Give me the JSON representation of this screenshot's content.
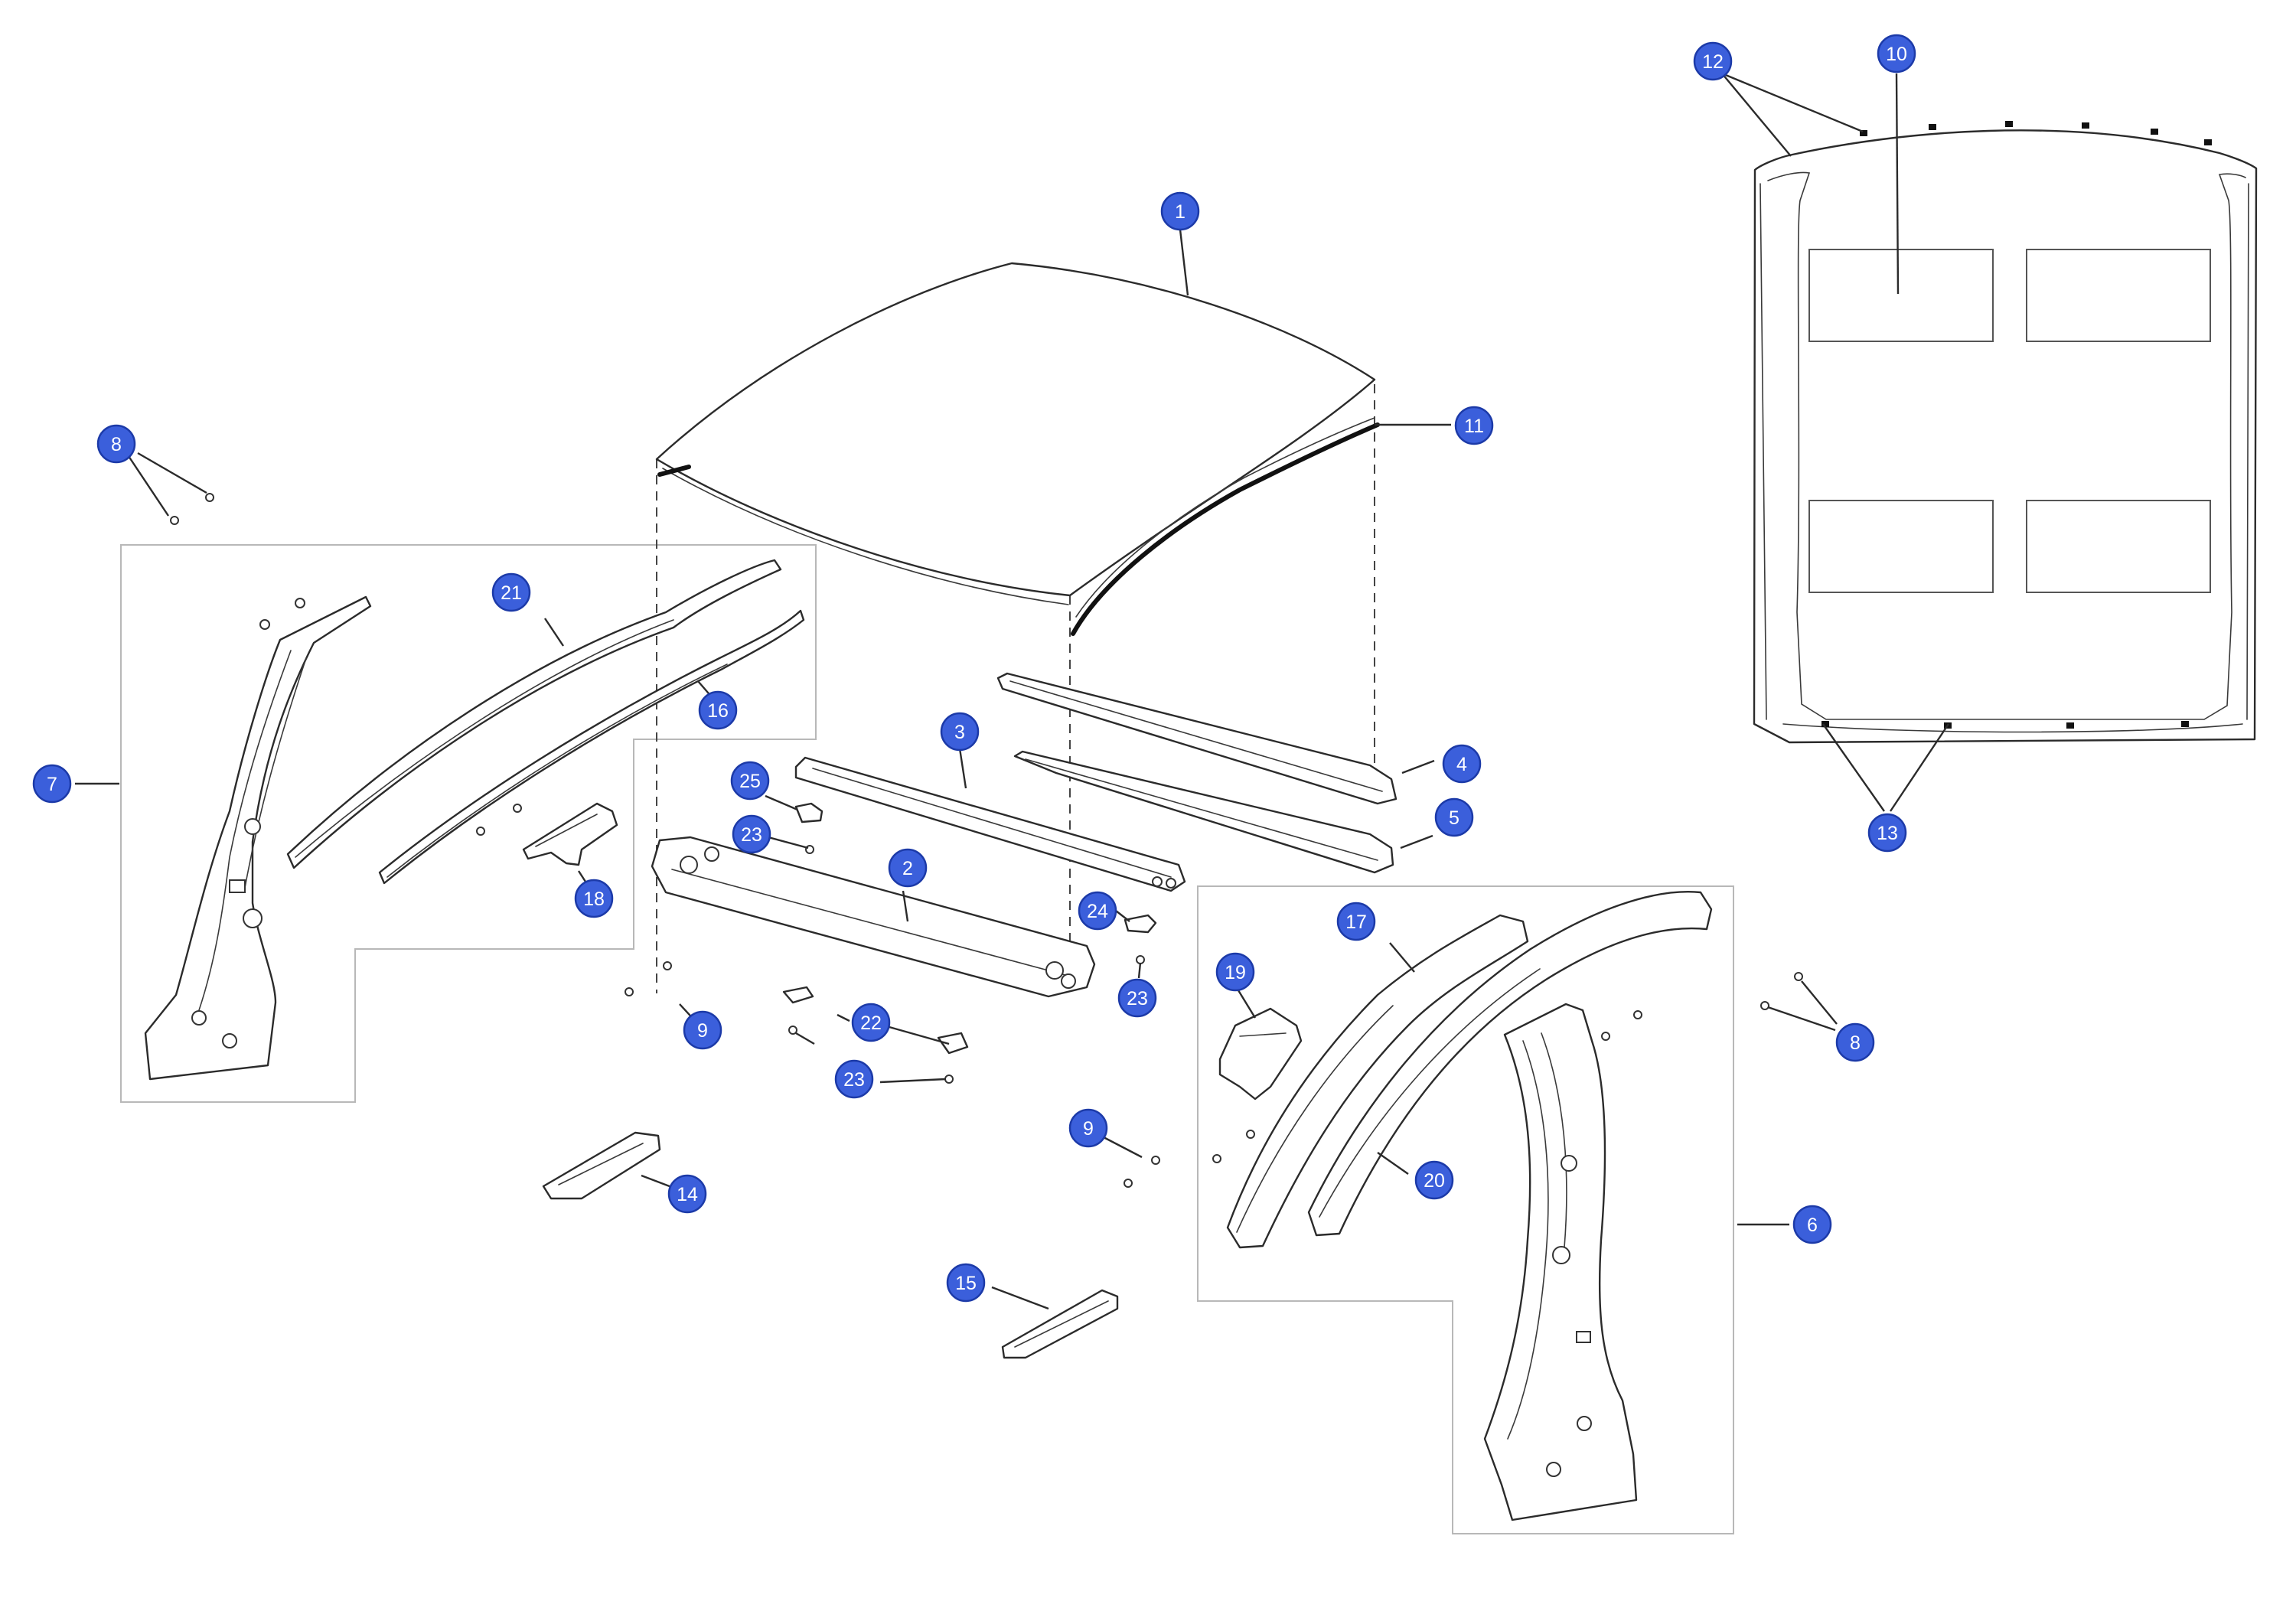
{
  "colors": {
    "callout_fill": "#3b5fdb",
    "callout_border": "#1c3aa8",
    "callout_text": "#ffffff",
    "line_art": "#2b2b2b",
    "group_box": "#b8b8b8",
    "background": "#ffffff"
  },
  "callouts": [
    {
      "label": "1"
    },
    {
      "label": "2"
    },
    {
      "label": "3"
    },
    {
      "label": "4"
    },
    {
      "label": "5"
    },
    {
      "label": "6"
    },
    {
      "label": "7"
    },
    {
      "label": "8"
    },
    {
      "label": "8"
    },
    {
      "label": "9"
    },
    {
      "label": "9"
    },
    {
      "label": "10"
    },
    {
      "label": "11"
    },
    {
      "label": "12"
    },
    {
      "label": "13"
    },
    {
      "label": "14"
    },
    {
      "label": "15"
    },
    {
      "label": "16"
    },
    {
      "label": "17"
    },
    {
      "label": "18"
    },
    {
      "label": "19"
    },
    {
      "label": "20"
    },
    {
      "label": "21"
    },
    {
      "label": "22"
    },
    {
      "label": "23"
    },
    {
      "label": "23"
    },
    {
      "label": "23"
    },
    {
      "label": "24"
    },
    {
      "label": "25"
    }
  ]
}
